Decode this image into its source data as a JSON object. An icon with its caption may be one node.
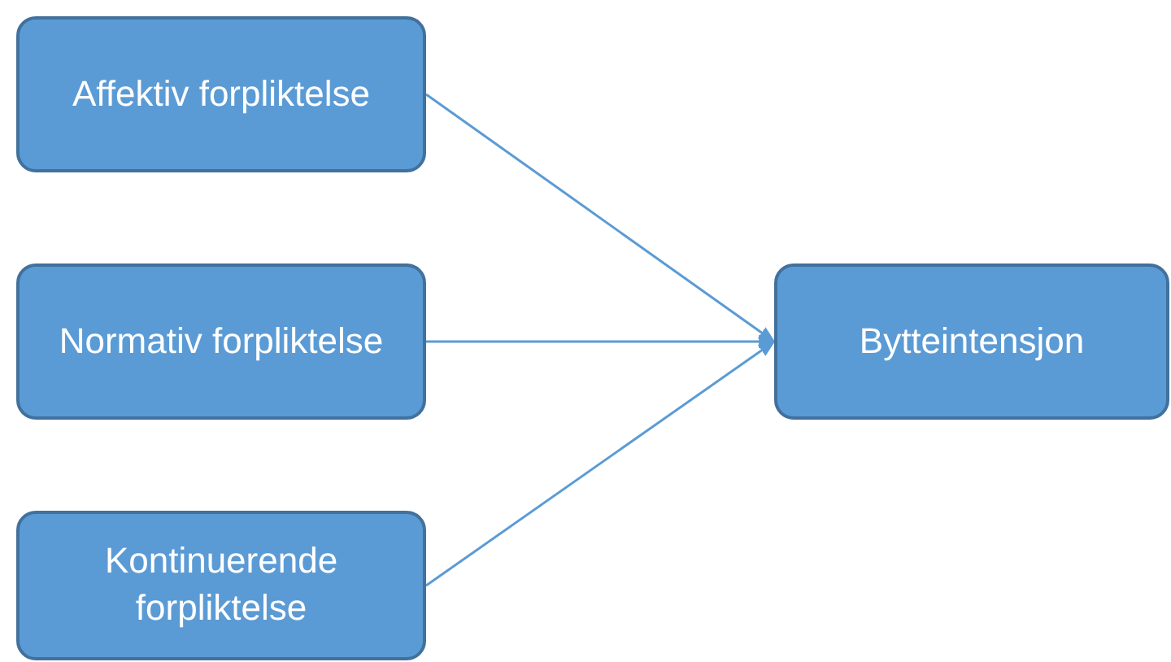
{
  "diagram": {
    "nodes": [
      {
        "text": [
          "Affektiv forpliktelse"
        ]
      },
      {
        "text": [
          "Normativ forpliktelse"
        ]
      },
      {
        "text": [
          "Kontinuerende forpliktelse"
        ]
      },
      {
        "text": [
          "Bytteintensjon"
        ]
      }
    ],
    "edges": [
      {
        "from": 0,
        "to": 3,
        "arrow": "to"
      },
      {
        "from": 1,
        "to": 3,
        "arrow": "to"
      },
      {
        "from": 2,
        "to": 3,
        "arrow": "to"
      }
    ]
  }
}
